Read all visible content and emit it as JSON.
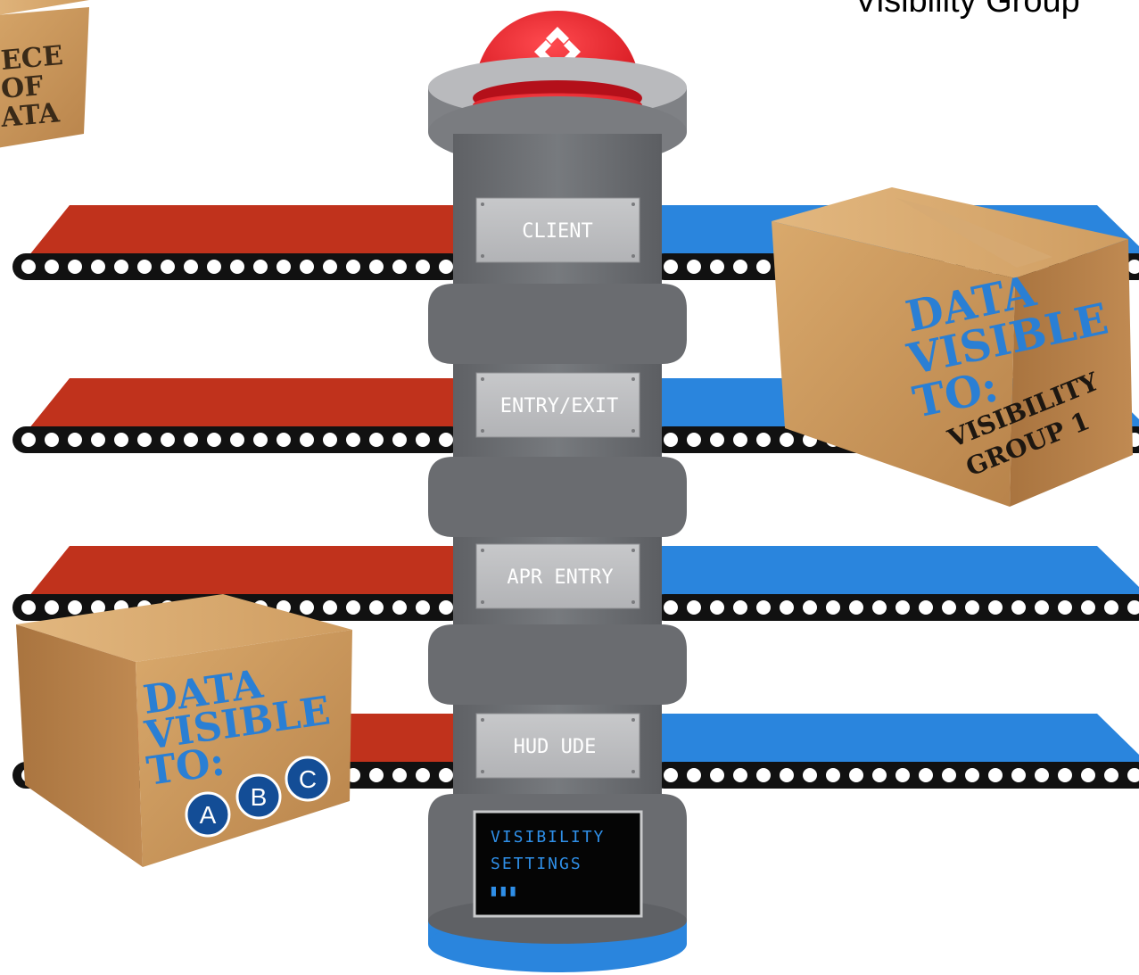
{
  "header": {
    "title": "Visibility Group"
  },
  "boxes": {
    "small": {
      "lines": [
        "ECE",
        "OF",
        "ATA"
      ]
    },
    "group": {
      "lines": [
        "DATA",
        "VISIBLE",
        "TO:"
      ],
      "group_lines": [
        "VISIBILITY",
        "GROUP 1"
      ]
    },
    "abc": {
      "lines": [
        "DATA",
        "VISIBLE",
        "TO:"
      ],
      "badges": [
        "A",
        "B",
        "C"
      ]
    }
  },
  "tower": {
    "plates": [
      "CLIENT",
      "ENTRY/EXIT",
      "APR ENTRY",
      "HUD UDE"
    ],
    "screen": {
      "line1": "VISIBILITY",
      "line2": "SETTINGS",
      "indicator": "▮▮▮"
    }
  },
  "colors": {
    "belt_left": "#c0321c",
    "belt_right": "#2a85dd",
    "tower": "#6d6f73",
    "siren": "#e8232c",
    "base": "#2a85dd",
    "box": "#c8965a",
    "stencil_blue": "#2a7fd4",
    "screen_text": "#2f8fe8"
  }
}
